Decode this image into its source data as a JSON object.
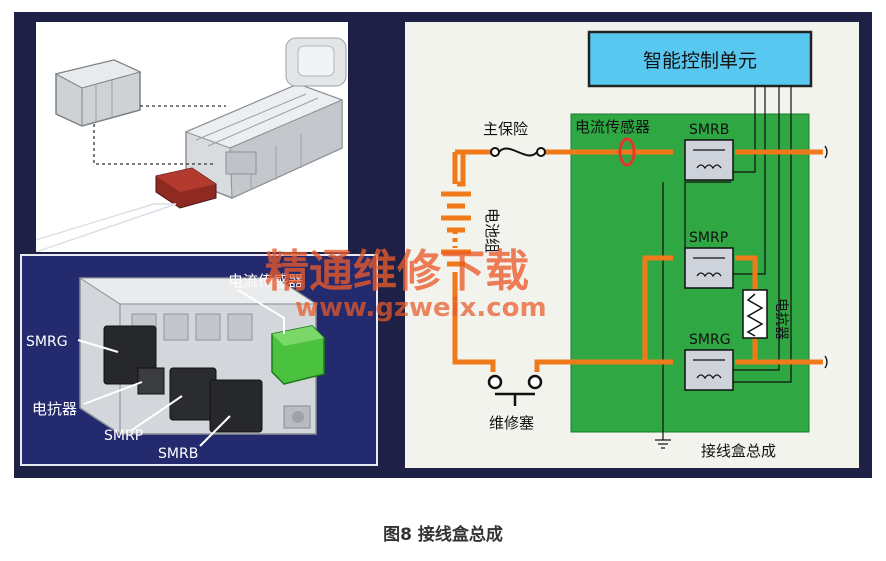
{
  "photo": {
    "labels": {
      "current_sensor": "电流传感器",
      "smrg": "SMRG",
      "resistor": "电抗器",
      "smrp": "SMRP",
      "smrb": "SMRB"
    }
  },
  "diagram": {
    "control_unit": "智能控制单元",
    "main_fuse": "主保险",
    "current_sensor": "电流传感器",
    "battery": "电池组",
    "service_plug": "维修塞",
    "smrb": "SMRB",
    "smrp": "SMRP",
    "smrg": "SMRG",
    "resistor": "电抗器",
    "junction_box": "接线盒总成"
  },
  "caption": "图8 接线盒总成",
  "watermark": {
    "cn": "精通维修下载",
    "url": "www.gzweix.com"
  },
  "colors": {
    "frame": "#1e2046",
    "green_board": "#2fa844",
    "orange_wire": "#f07a1a",
    "control_unit": "#58c8f0",
    "watermark": "#e85a2a"
  }
}
